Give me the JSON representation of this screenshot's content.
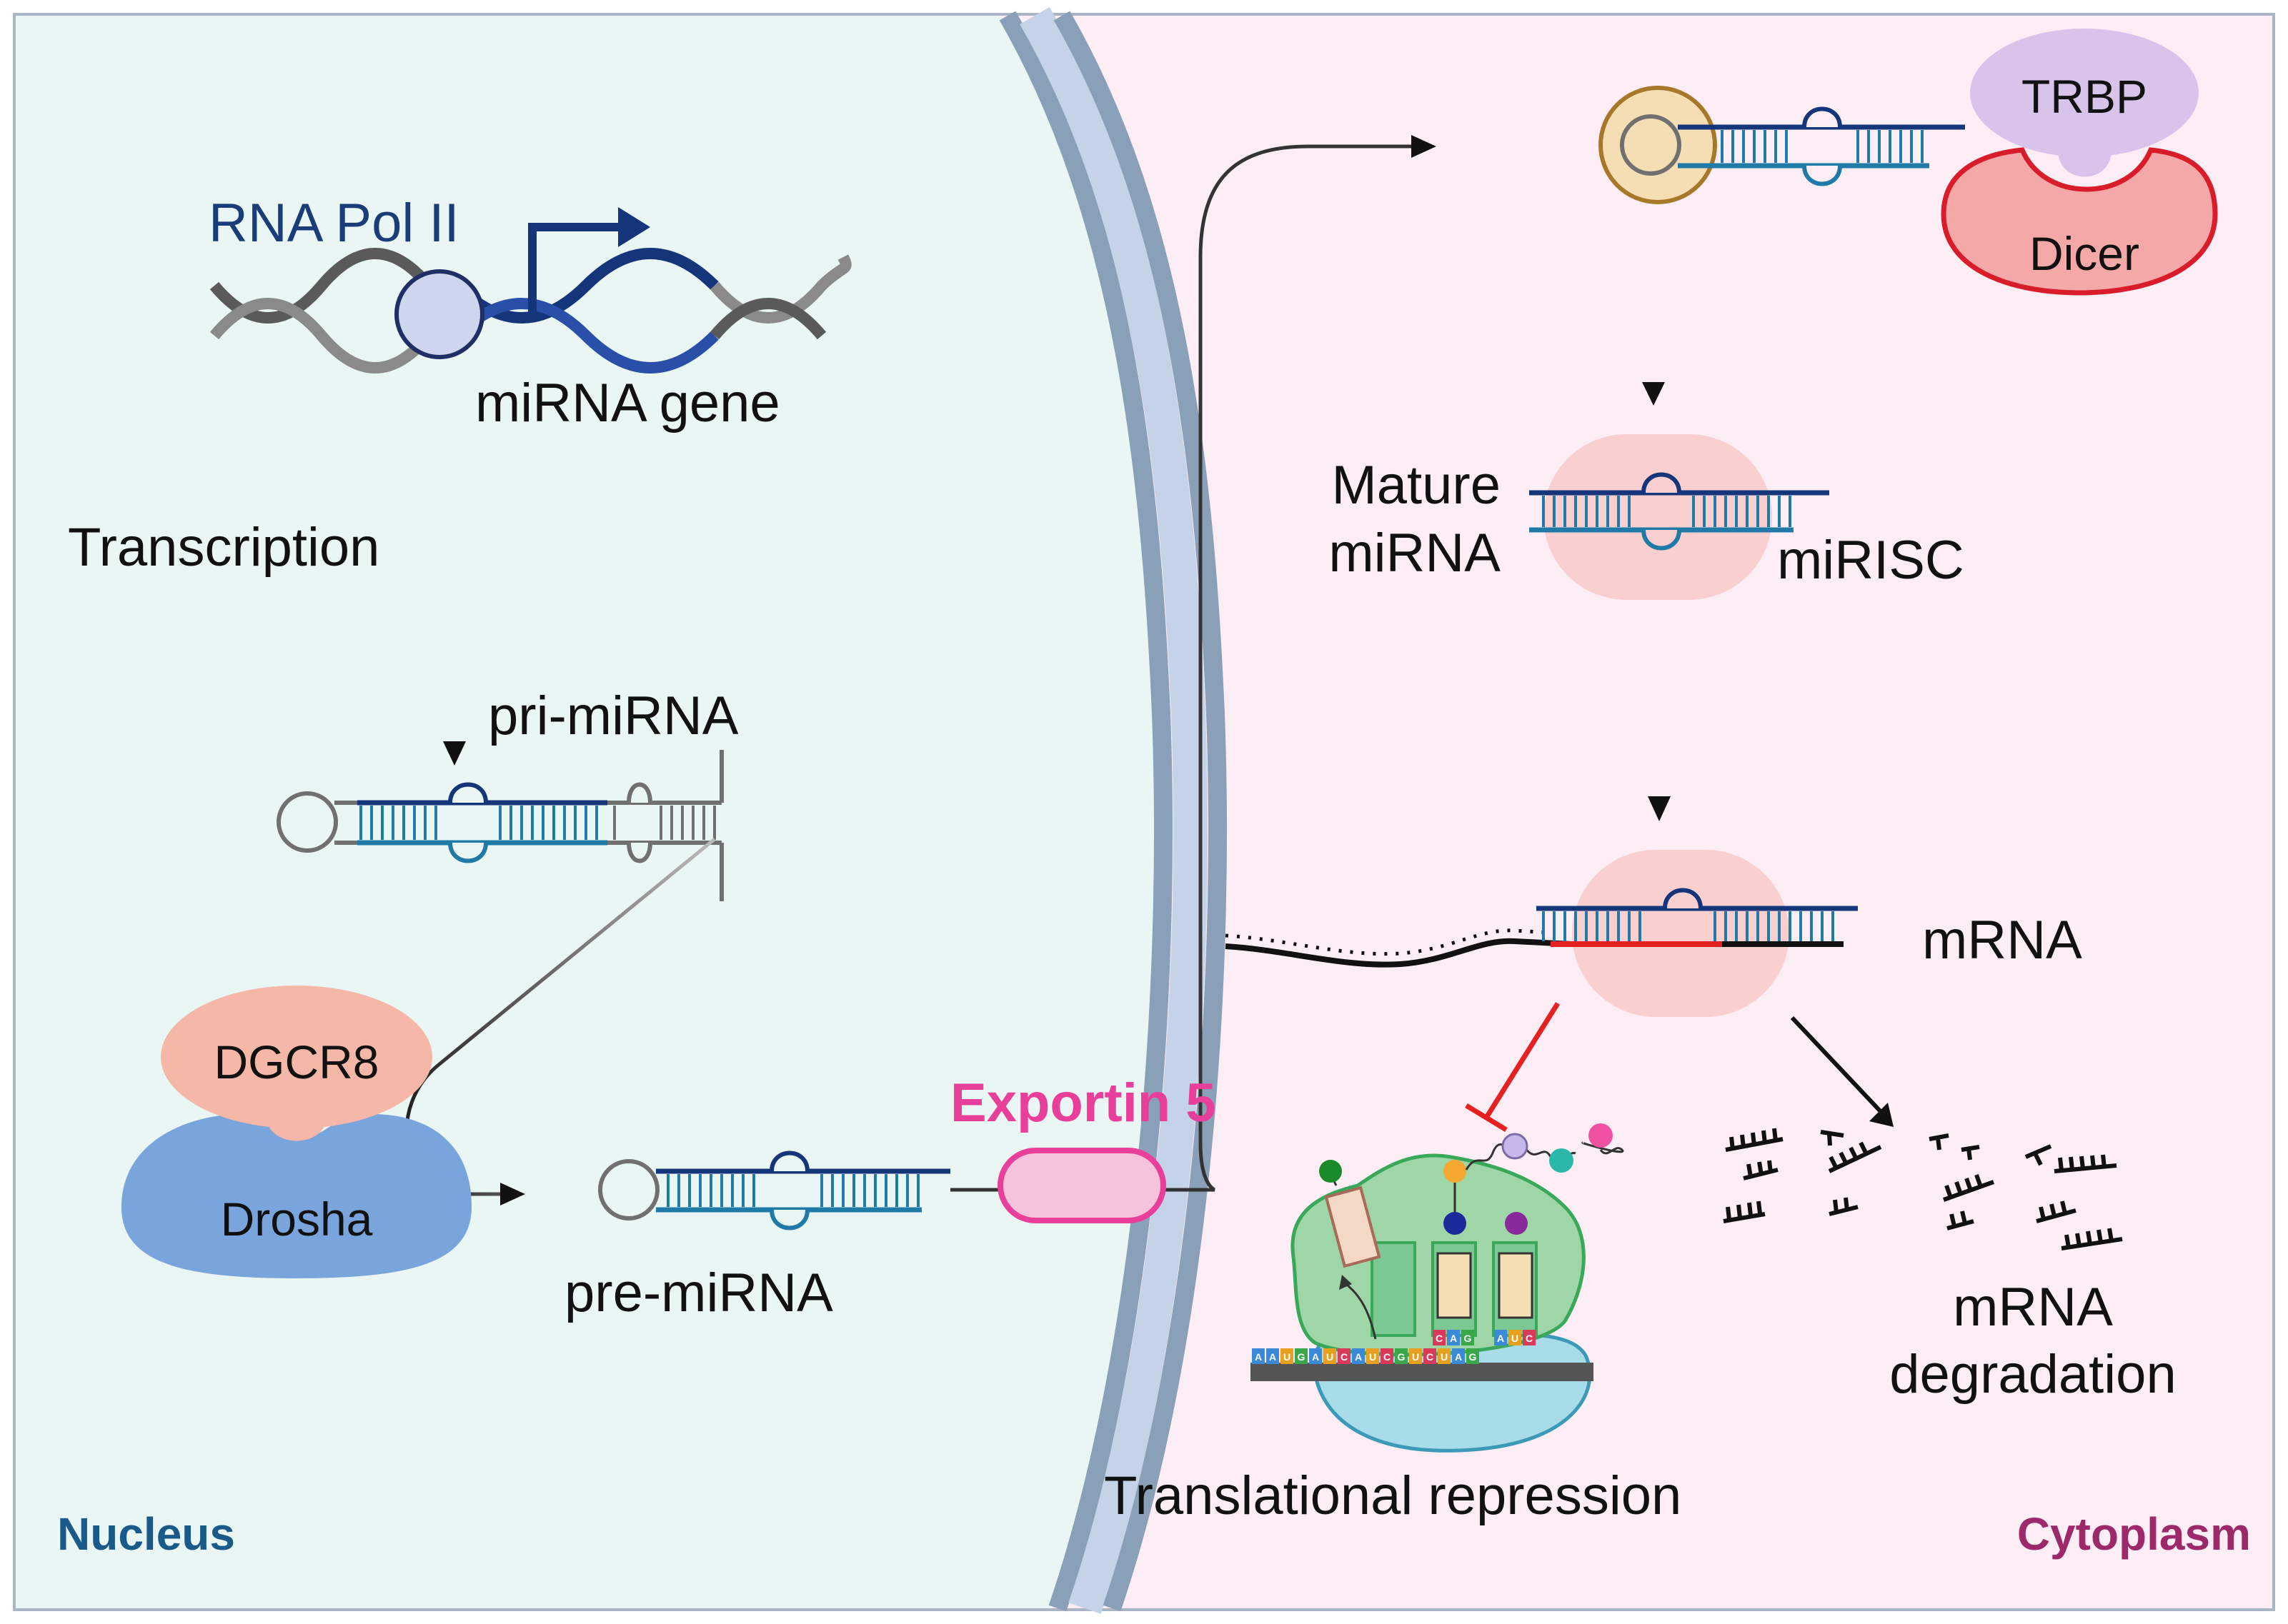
{
  "regions": {
    "nucleus": "Nucleus",
    "cytoplasm": "Cytoplasm"
  },
  "labels": {
    "rna_pol": "RNA Pol II",
    "mirna_gene": "miRNA gene",
    "transcription": "Transcription",
    "pri_mirna": "pri-miRNA",
    "pre_mirna": "pre-miRNA",
    "exportin": "Exportin 5",
    "mature_line1": "Mature",
    "mature_line2": "miRNA",
    "mirisc": "miRISC",
    "mrna": "mRNA",
    "translational_repression": "Translational repression",
    "degradation_line1": "mRNA",
    "degradation_line2": "degradation"
  },
  "proteins": {
    "dgcr8": "DGCR8",
    "drosha": "Drosha",
    "trbp": "TRBP",
    "dicer": "Dicer"
  },
  "ribosome": {
    "mrna_sequence": [
      "A",
      "A",
      "U",
      "G",
      "A",
      "U",
      "C",
      "A",
      "U",
      "C",
      "G",
      "U",
      "C",
      "U",
      "A",
      "G"
    ],
    "anticodon_1": [
      "C",
      "A",
      "G"
    ],
    "anticodon_2": [
      "A",
      "U",
      "C"
    ]
  },
  "colors": {
    "nucleus_bg": "#e9f6f3",
    "cytoplasm_bg": "#fdeef6",
    "membrane": "#8a9fb8",
    "membrane_light": "#c4d3e8",
    "nucleus_text": "#1a5a8a",
    "cytoplasm_text": "#9c2a6a",
    "exportin": "#e8409a",
    "dgcr8": "#f5b8a8",
    "drosha": "#7aa4dc",
    "trbp": "#d8c3ea",
    "dicer": "#f5a8a8",
    "mirisc": "#f9cfd0",
    "strand_dark": "#15357a",
    "strand_teal": "#1f7aa8",
    "repression": "#e42020"
  }
}
